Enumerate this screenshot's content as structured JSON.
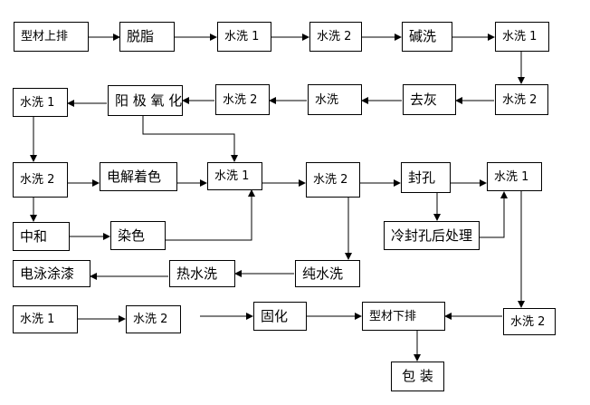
{
  "flow": {
    "r1": [
      "型材上排",
      "脱脂",
      "水洗 1",
      "水洗 2",
      "碱洗",
      "水洗 1"
    ],
    "r2": [
      "水洗 2",
      "去灰",
      "水洗",
      "水洗 2",
      "阳 极 氧 化",
      "水洗 1"
    ],
    "r3": [
      "水洗 2",
      "电解着色",
      "水洗 1",
      "水洗 2",
      "封孔",
      "水洗 1"
    ],
    "r3b": [
      "中和",
      "染色",
      "冷封孔后处理"
    ],
    "r4": [
      "纯水洗",
      "热水洗",
      "电泳涂漆"
    ],
    "r5": [
      "水洗 1",
      "水洗 2",
      "固化",
      "型材下排",
      "水洗 2"
    ],
    "end": "包 装"
  }
}
